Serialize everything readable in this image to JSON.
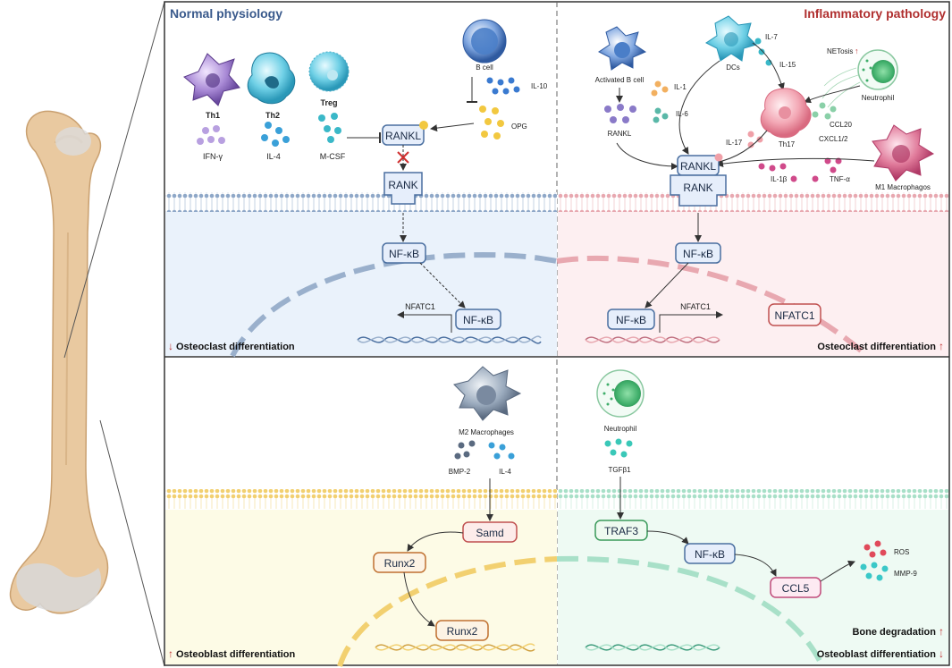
{
  "panels": {
    "normal_title": "Normal physiology",
    "inflammatory_title": "Inflammatory pathology"
  },
  "top_left": {
    "cells": {
      "th1": "Th1",
      "th2": "Th2",
      "treg": "Treg",
      "b_cell": "B cell"
    },
    "cytokines": {
      "ifn": "IFN-γ",
      "il4": "IL-4",
      "mcsf": "M-CSF",
      "il10": "IL-10",
      "opg": "OPG"
    },
    "boxes": {
      "rankl": "RANKL",
      "rank": "RANK",
      "nfkb1": "NF-κB",
      "nfkb2": "NF-κB"
    },
    "nfatc1": "NFATC1",
    "footer_arrow": "↓",
    "footer": "Osteoclast differentiation"
  },
  "top_right": {
    "cells": {
      "activated_b": "Activated B cell",
      "dcs": "DCs",
      "neutrophil": "Neutrophil",
      "th17": "Th17",
      "m1": "M1 Macrophagos"
    },
    "cytokines": {
      "il7": "IL-7",
      "il15": "IL-15",
      "il1": "IL-1",
      "il6": "IL-6",
      "rankl_small": "RANKL",
      "il17": "IL-17",
      "il1b": "IL-1β",
      "tnfa": "TNF-α",
      "ccl20": "CCL20",
      "cxcl": "CXCL1/2",
      "netosis": "NETosis"
    },
    "boxes": {
      "rankl": "RANKL",
      "rank": "RANK",
      "nfkb1": "NF-κB",
      "nfkb2": "NF-κB",
      "nfatc1_box": "NFATC1"
    },
    "nfatc1": "NFATC1",
    "footer": "Osteoclast differentiation",
    "footer_arrow": "↑",
    "netosis_arrow": "↑"
  },
  "bottom_left": {
    "cells": {
      "m2": "M2 Macrophages"
    },
    "cytokines": {
      "bmp2": "BMP-2",
      "il4": "IL-4"
    },
    "boxes": {
      "samd": "Samd",
      "runx2a": "Runx2",
      "runx2b": "Runx2"
    },
    "footer_arrow": "↑",
    "footer": "Osteoblast differentiation"
  },
  "bottom_right": {
    "cells": {
      "neutrophil": "Neutrophil"
    },
    "cytokines": {
      "tgfb1": "TGFβ1",
      "ros": "ROS",
      "mmp9": "MMP-9"
    },
    "boxes": {
      "traf3": "TRAF3",
      "nfkb": "NF-κB",
      "ccl5": "CCL5"
    },
    "footer1": "Bone degradation",
    "footer1_arrow": "↑",
    "footer2": "Osteoblast differentiation",
    "footer2_arrow": "↓"
  },
  "colors": {
    "normal_title": "#3a5a8c",
    "inflammatory_title": "#b03030",
    "bone": "#e9c9a0",
    "box_blue_border": "#4a6fa0",
    "box_blue_fill": "#e6eefb",
    "box_red_border": "#c05050",
    "box_green_border": "#3a9a5a",
    "box_orange_border": "#c07030"
  }
}
